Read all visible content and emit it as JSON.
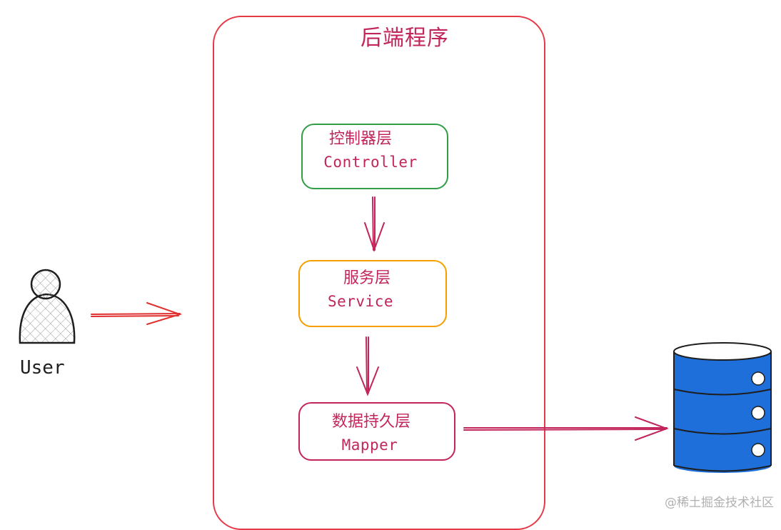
{
  "diagram": {
    "backend_title": "后端程序",
    "layers": {
      "controller": {
        "cn": "控制器层",
        "en": "Controller"
      },
      "service": {
        "cn": "服务层",
        "en": "Service"
      },
      "mapper": {
        "cn": "数据持久层",
        "en": "Mapper"
      }
    },
    "user_label": "User",
    "watermark": "@稀土掘金技术社区",
    "colors": {
      "backend_border": "#e63946",
      "text": "#c2255c",
      "controller_border": "#2f9e44",
      "service_border": "#f59f00",
      "mapper_border": "#c2255c",
      "database_fill": "#1e6fd9"
    }
  }
}
